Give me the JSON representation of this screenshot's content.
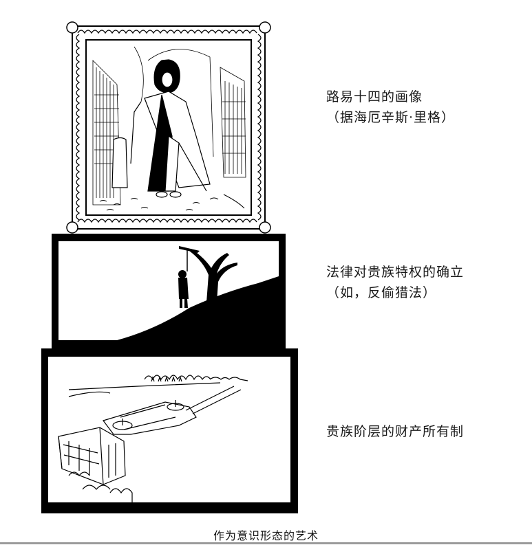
{
  "panels": [
    {
      "id": "portrait",
      "illustration": "framed-portrait-of-louis-xiv",
      "label_lines": [
        "路易十四的画像",
        "（据海厄辛斯·里格）"
      ]
    },
    {
      "id": "hanging",
      "illustration": "hanged-man-silhouette-under-tree-on-hill",
      "label_lines": [
        "法律对贵族特权的确立",
        "（如，反偷猎法）"
      ]
    },
    {
      "id": "estate",
      "illustration": "aristocratic-chateau-with-formal-gardens",
      "label_lines": [
        "贵族阶层的财产所有制"
      ]
    }
  ],
  "caption": "作为意识形态的艺术",
  "colors": {
    "ink": "#000000",
    "paper": "#ffffff",
    "rule": "#9a9a9a"
  }
}
